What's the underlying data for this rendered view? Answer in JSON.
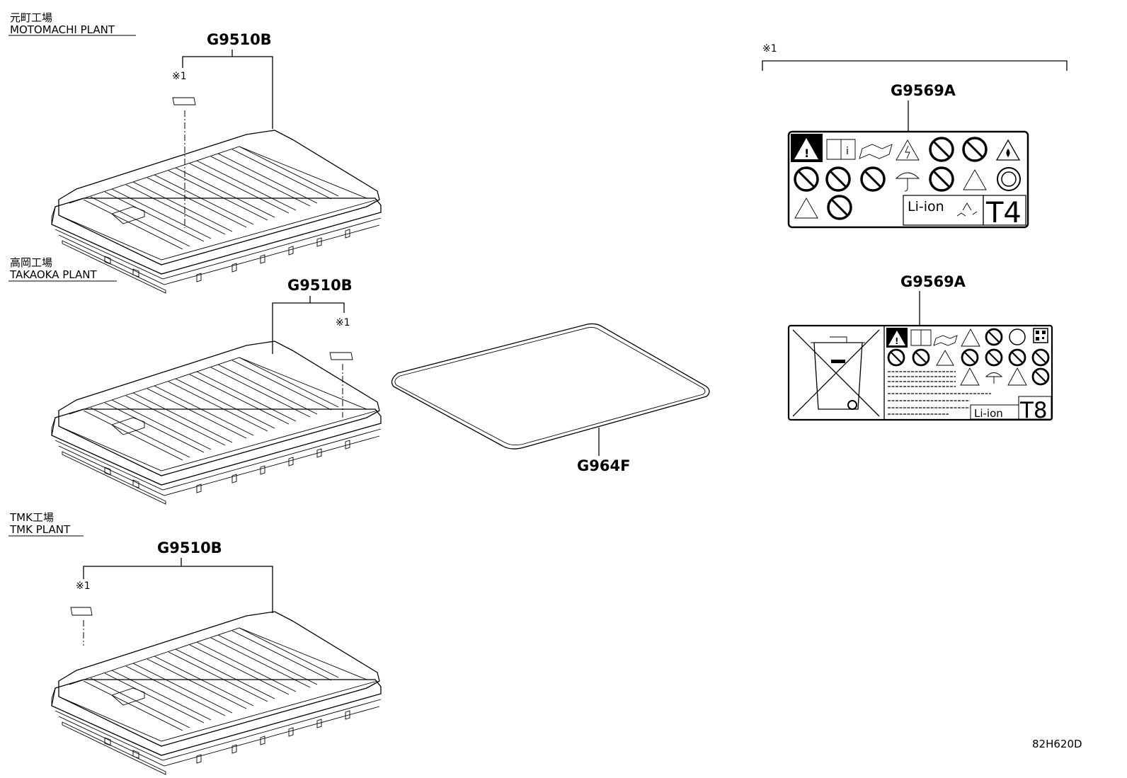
{
  "plants": [
    {
      "name_jp": "元町工場",
      "name_en": "MOTOMACHI PLANT",
      "part_no": "G9510B",
      "note": "※1"
    },
    {
      "name_jp": "高岡工場",
      "name_en": "TAKAOKA PLANT",
      "part_no": "G9510B",
      "note": "※1"
    },
    {
      "name_jp": "TMK工場",
      "name_en": "TMK PLANT",
      "part_no": "G9510B",
      "note": "※1"
    }
  ],
  "center_part": {
    "part_no": "G964F"
  },
  "note_group": {
    "mark": "※1"
  },
  "labels": [
    {
      "part_no": "G9569A",
      "li_ion": "Li-ion",
      "code": "T4"
    },
    {
      "part_no": "G9569A",
      "li_ion": "Li-ion",
      "code": "T8"
    }
  ],
  "diagram_id": "82H620D"
}
